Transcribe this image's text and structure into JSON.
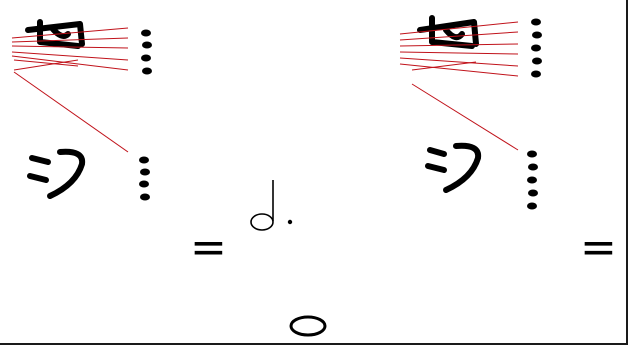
{
  "figure": {
    "equals_sign": "=",
    "colors": {
      "ink": "#000000",
      "guide_lines": "#c0121a",
      "background": "#ffffff"
    },
    "glyphs": [
      "left-upper-character",
      "left-lower-character",
      "right-upper-character",
      "right-lower-character",
      "dotted-half-note",
      "whole-note"
    ]
  }
}
